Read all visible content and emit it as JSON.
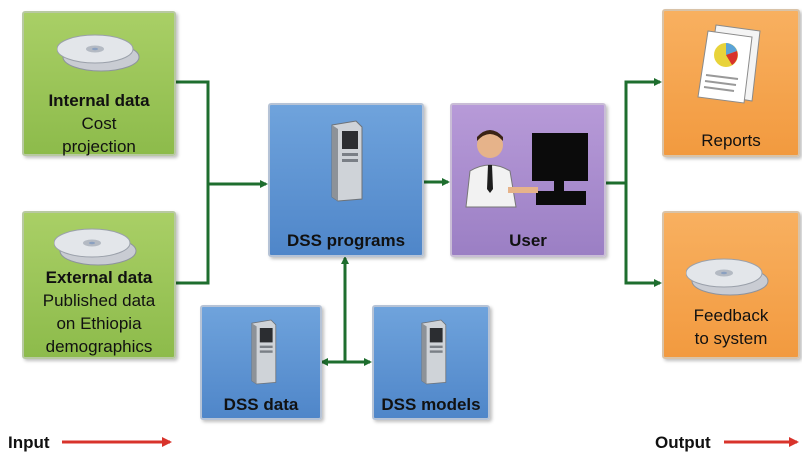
{
  "boxes": {
    "internal": {
      "title": "Internal data",
      "lines": [
        "Cost",
        "projection"
      ]
    },
    "external": {
      "title": "External data",
      "lines": [
        "Published data",
        "on Ethiopia",
        "demographics"
      ]
    },
    "dss_programs": {
      "title": "DSS programs"
    },
    "user": {
      "title": "User"
    },
    "dss_data": {
      "title": "DSS data"
    },
    "dss_models": {
      "title": "DSS models"
    },
    "reports": {
      "title": "Reports"
    },
    "feedback": {
      "lines": [
        "Feedback",
        "to system"
      ]
    }
  },
  "legend": {
    "input": "Input",
    "output": "Output"
  },
  "icons": {
    "internal": "cd-discs-icon",
    "external": "cd-discs-icon",
    "dss_programs": "server-tower-icon",
    "user": "user-at-computer-icon",
    "dss_data": "server-tower-icon",
    "dss_models": "server-tower-icon",
    "reports": "report-papers-icon",
    "feedback": "cd-discs-icon"
  },
  "colors": {
    "input_box": "#9ac758",
    "program_box": "#5b91d1",
    "user_box": "#a98ccf",
    "output_box": "#f5a34b",
    "connector": "#1e6e2e",
    "legend_arrow": "#d8332b"
  }
}
